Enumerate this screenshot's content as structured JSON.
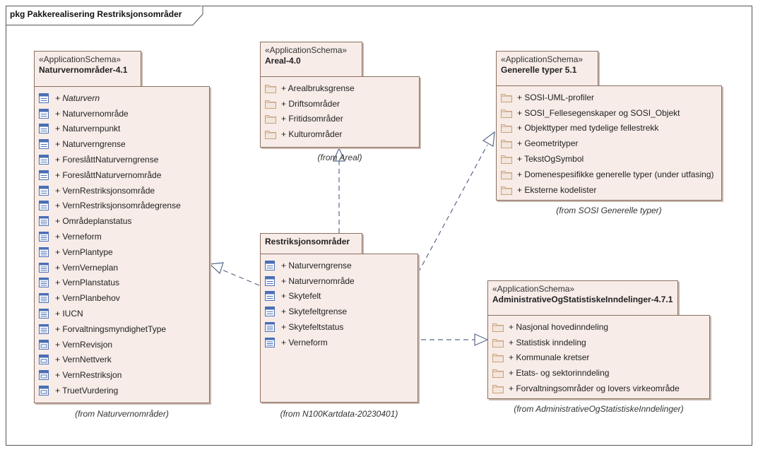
{
  "diagram": {
    "title": "pkg Pakkerealisering Restriksjonsområder"
  },
  "packages": {
    "naturvern": {
      "stereotype": "«ApplicationSchema»",
      "name": "Naturvernområder-4.1",
      "from": "(from Naturvernområder)",
      "items": [
        {
          "label": "+ Naturvern",
          "icon": "class-icon",
          "italic": true
        },
        {
          "label": "+ Naturvernområde",
          "icon": "class-icon"
        },
        {
          "label": "+ Naturvernpunkt",
          "icon": "class-icon"
        },
        {
          "label": "+ Naturverngrense",
          "icon": "class-icon"
        },
        {
          "label": "+ ForeslåttNaturverngrense",
          "icon": "class-icon"
        },
        {
          "label": "+ ForeslåttNaturvernområde",
          "icon": "class-icon"
        },
        {
          "label": "+ VernRestriksjonsområde",
          "icon": "class-icon"
        },
        {
          "label": "+ VernRestriksjonsområdegrense",
          "icon": "class-icon"
        },
        {
          "label": "+ Områdeplanstatus",
          "icon": "enumeration-icon"
        },
        {
          "label": "+ Verneform",
          "icon": "enumeration-icon"
        },
        {
          "label": "+ VernPlantype",
          "icon": "enumeration-icon"
        },
        {
          "label": "+ VernVerneplan",
          "icon": "enumeration-icon"
        },
        {
          "label": "+ VernPlanstatus",
          "icon": "enumeration-icon"
        },
        {
          "label": "+ VernPlanbehov",
          "icon": "enumeration-icon"
        },
        {
          "label": "+ IUCN",
          "icon": "enumeration-icon"
        },
        {
          "label": "+ ForvaltningsmyndighetType",
          "icon": "enumeration-icon"
        },
        {
          "label": "+ VernRevisjon",
          "icon": "datatype-icon"
        },
        {
          "label": "+ VernNettverk",
          "icon": "datatype-icon"
        },
        {
          "label": "+ VernRestriksjon",
          "icon": "datatype-icon"
        },
        {
          "label": "+ TruetVurdering",
          "icon": "datatype-icon"
        }
      ]
    },
    "areal": {
      "stereotype": "«ApplicationSchema»",
      "name": "Areal-4.0",
      "from": "(from Areal)",
      "items": [
        {
          "label": "+ Arealbruksgrense",
          "icon": "folder-icon"
        },
        {
          "label": "+ Driftsområder",
          "icon": "folder-icon"
        },
        {
          "label": "+ Fritidsområder",
          "icon": "folder-icon"
        },
        {
          "label": "+ Kulturområder",
          "icon": "folder-icon"
        }
      ]
    },
    "generelle": {
      "stereotype": "«ApplicationSchema»",
      "name": "Generelle typer 5.1",
      "from": "(from SOSI Generelle typer)",
      "items": [
        {
          "label": "+ SOSI-UML-profiler",
          "icon": "folder-icon"
        },
        {
          "label": "+ SOSI_Fellesegenskaper og SOSI_Objekt",
          "icon": "folder-icon"
        },
        {
          "label": "+ Objekttyper med tydelige fellestrekk",
          "icon": "folder-icon"
        },
        {
          "label": "+ Geometrityper",
          "icon": "folder-icon"
        },
        {
          "label": "+ TekstOgSymbol",
          "icon": "folder-icon"
        },
        {
          "label": "+ Domenespesifikke generelle typer (under utfasing)",
          "icon": "folder-icon"
        },
        {
          "label": "+ Eksterne kodelister",
          "icon": "folder-icon"
        }
      ]
    },
    "restriksjon": {
      "stereotype": "",
      "name": "Restriksjonsområder",
      "from": "(from N100Kartdata-20230401)",
      "items": [
        {
          "label": "+ Naturverngrense",
          "icon": "class-icon"
        },
        {
          "label": "+ Naturvernområde",
          "icon": "class-icon"
        },
        {
          "label": "+ Skytefelt",
          "icon": "class-icon"
        },
        {
          "label": "+ Skytefeltgrense",
          "icon": "class-icon"
        },
        {
          "label": "+ Skytefeltstatus",
          "icon": "enumeration-icon"
        },
        {
          "label": "+ Verneform",
          "icon": "enumeration-icon"
        }
      ]
    },
    "admin": {
      "stereotype": "«ApplicationSchema»",
      "name": "AdministrativeOgStatistiskeInndelinger-4.7.1",
      "from": "(from AdministrativeOgStatistiskeInndelinger)",
      "items": [
        {
          "label": "+ Nasjonal hovedinndeling",
          "icon": "folder-icon"
        },
        {
          "label": "+ Statistisk inndeling",
          "icon": "folder-icon"
        },
        {
          "label": "+ Kommunale kretser",
          "icon": "folder-icon"
        },
        {
          "label": "+ Etats- og sektorinndeling",
          "icon": "folder-icon"
        },
        {
          "label": "+ Forvaltningsområder og lovers virkeområde",
          "icon": "folder-icon"
        }
      ]
    }
  },
  "colors": {
    "package_fill": "#f7ece8",
    "package_border": "#8a7060",
    "connector": "#5a6a8a",
    "class_icon": "#4a6fb5",
    "folder_icon": "#c9a27a"
  }
}
